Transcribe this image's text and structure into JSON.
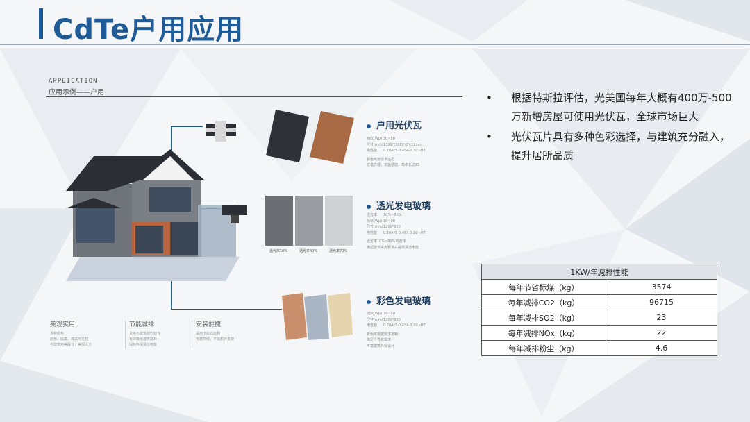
{
  "title": "CdTe户用应用",
  "panel": {
    "label_en": "APPLICATION",
    "label_cn": "应用示例——户用",
    "sections": [
      {
        "title": "户用光伏瓦",
        "specs": [
          [
            "功率(Wp)",
            "30~50"
          ],
          [
            "尺寸(mm)",
            "1301*(380)*(8)-12mm"
          ],
          [
            "电性能",
            "0.20A*5-0.45A-0.3C~HT"
          ]
        ],
        "notes": [
          "颜色可按需求选配",
          "安装方便，安装便捷，寿命长达25"
        ]
      },
      {
        "title": "透光发电玻璃",
        "specs": [
          [
            "透光率",
            "10%~80%"
          ],
          [
            "功率(Wp)",
            "30~90"
          ],
          [
            "尺寸(mm)",
            "1200*600"
          ],
          [
            "电性能",
            "0.20A*5-0.45A-0.3C~HT"
          ]
        ],
        "notes": [
          "透光率10%~80%可选择",
          "满足建筑采光要求并提供清洁电能"
        ],
        "glass_labels": [
          "透光率10%",
          "透光率40%",
          "透光率70%"
        ]
      },
      {
        "title": "彩色发电玻璃",
        "specs": [
          [
            "功率(Wp)",
            "30~50"
          ],
          [
            "尺寸(mm)",
            "1200*600"
          ],
          [
            "电性能",
            "0.20A*5-0.45A-0.3C~HT"
          ]
        ],
        "notes": [
          "颜色可根据需求定制",
          "满足个性化需求",
          "丰富建筑外观设计"
        ]
      }
    ],
    "features": [
      {
        "title": "美观实用",
        "desc": [
          "多种颜色",
          "颜色、图案、样式可定制",
          "与建筑完美融合，美观大方"
        ]
      },
      {
        "title": "节能减排",
        "desc": [
          "发电与建筑材料结合",
          "有效降低建筑能耗",
          "绿色环保清洁电能"
        ]
      },
      {
        "title": "安装便捷",
        "desc": [
          "采用卡扣式结构",
          "安装简便，不需额外支架"
        ]
      }
    ]
  },
  "bullets": [
    {
      "marker": "•",
      "text": "根据特斯拉评估，光美国每年大概有400万-500万新增房屋可使用光伏瓦，全球市场巨大"
    },
    {
      "marker": "•",
      "text": "光伏瓦片具有多种色彩选择，与建筑充分融入，提升居所品质"
    }
  ],
  "table": {
    "header": "1KW/年减排性能",
    "rows": [
      {
        "label": "每年节省标煤（kg）",
        "value": "3574"
      },
      {
        "label": "每年减排CO2（kg）",
        "value": "96715"
      },
      {
        "label": "每年减排SO2（kg）",
        "value": "23"
      },
      {
        "label": "每年减排NOx（kg）",
        "value": "22"
      },
      {
        "label": "每年减排粉尘（kg）",
        "value": "4.6"
      }
    ]
  },
  "colors": {
    "accent": "#1f5b96",
    "text": "#222222",
    "muted": "#888888"
  }
}
